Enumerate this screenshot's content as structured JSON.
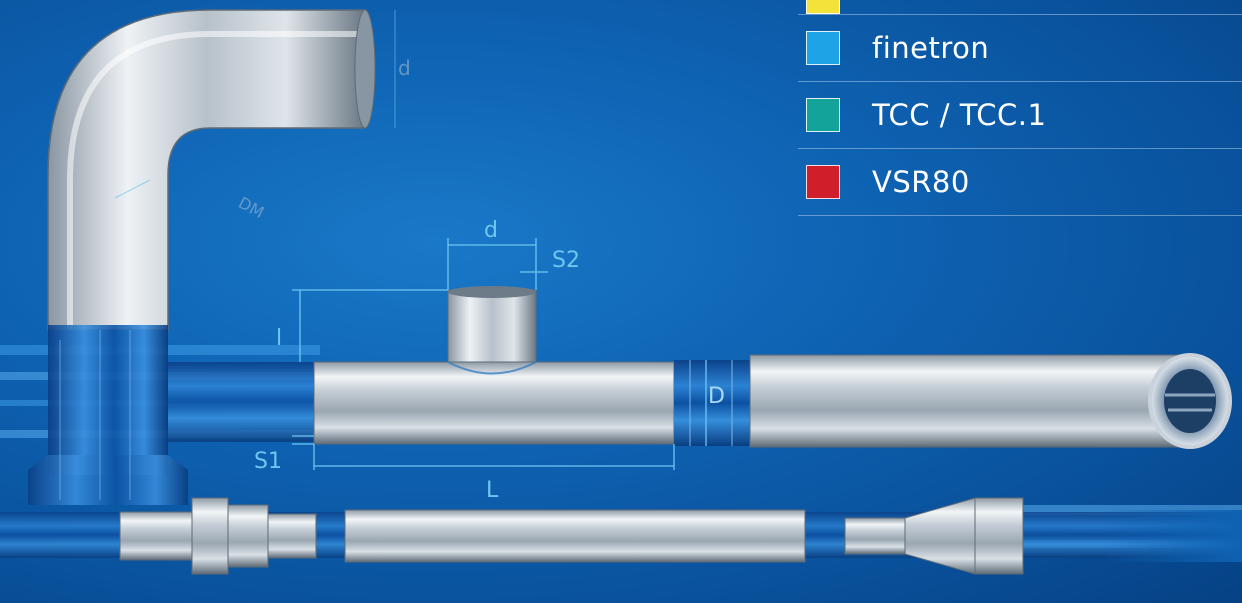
{
  "legend": {
    "items": [
      {
        "label": "",
        "color": "#f2e23a"
      },
      {
        "label": "finetron",
        "color": "#1ea3e6"
      },
      {
        "label": "TCC / TCC.1",
        "color": "#14a39a"
      },
      {
        "label": "VSR80",
        "color": "#d01f2a"
      }
    ]
  },
  "dimensions": {
    "tee_branch_diameter": "d",
    "tee_branch_wall": "S2",
    "tee_height": "l",
    "tee_main_wall": "S1",
    "tee_length": "L",
    "pipe_outer_diameter": "D",
    "elbow_diameter": "d",
    "elbow_radius": "DM"
  },
  "colors": {
    "background": "#0e62b2",
    "dimension_lines": "#6fc6f0",
    "steel_light": "#e9eef2",
    "steel_dark": "#6f7c88"
  }
}
